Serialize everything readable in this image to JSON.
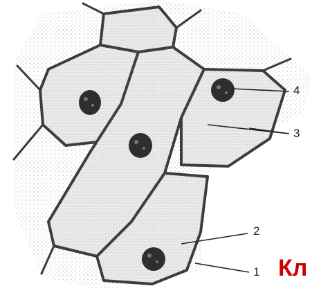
{
  "diagram": {
    "labels": {
      "one": "1",
      "two": "2",
      "three": "3",
      "four": "4"
    }
  },
  "caption": {
    "text": "Кл",
    "color": "#cc0000"
  },
  "colors": {
    "cell_fill": "#efefef",
    "stipple": "#8a8a8a",
    "wall": "#3a3a3a",
    "nucleus": "#2e2e2e"
  }
}
